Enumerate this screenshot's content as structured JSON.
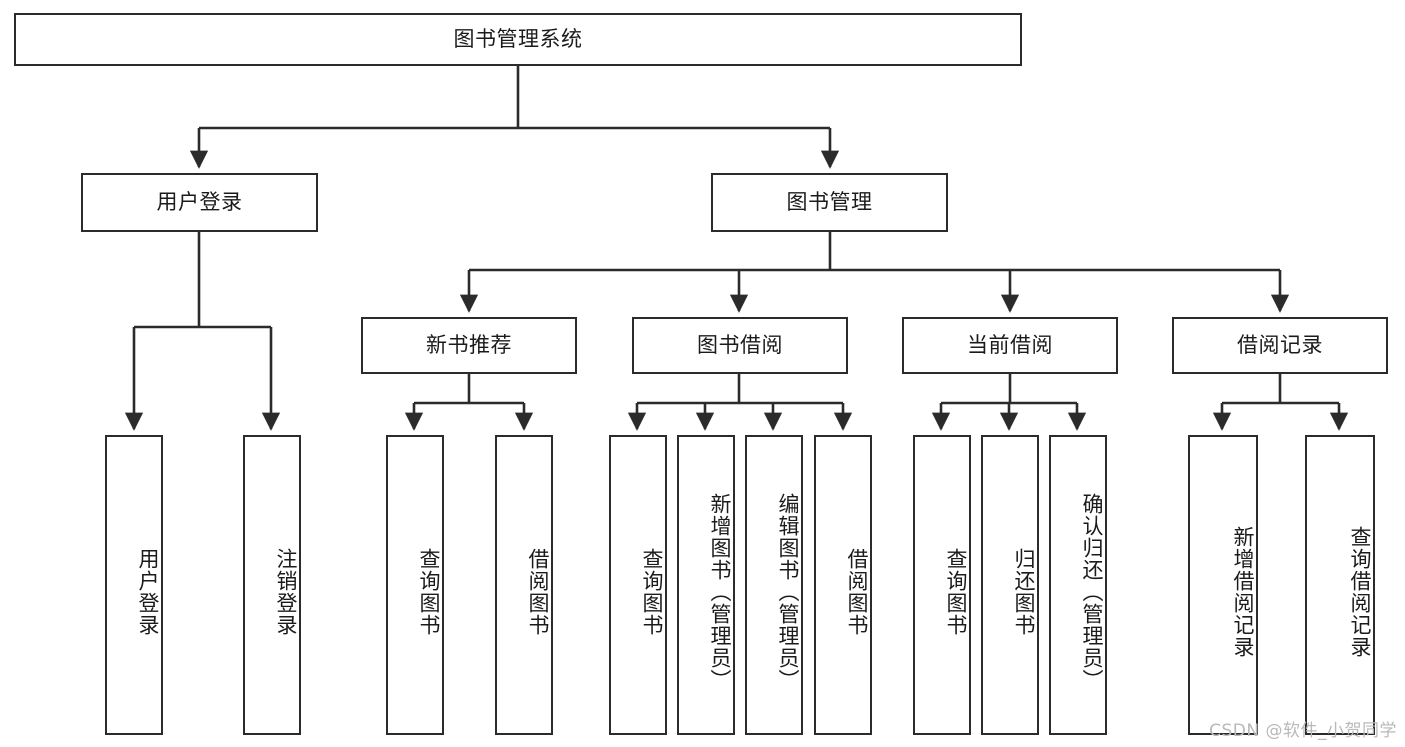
{
  "diagram": {
    "title": "图书管理系统",
    "watermark": "CSDN @软件_小贺同学",
    "line_color": "#2b2b2b",
    "box_fill": "#ffffff",
    "text_color": "#1b1b1b",
    "watermark_color": "#b9b9b9"
  },
  "root": {
    "label": "图书管理系统"
  },
  "level2": [
    {
      "label": "用户登录"
    },
    {
      "label": "图书管理"
    }
  ],
  "level3": [
    {
      "label": "新书推荐"
    },
    {
      "label": "图书借阅"
    },
    {
      "label": "当前借阅"
    },
    {
      "label": "借阅记录"
    }
  ],
  "leaves": {
    "user_login": [
      {
        "label": "用户登录"
      },
      {
        "label": "注销登录"
      }
    ],
    "new_book_recommend": [
      {
        "label": "查询图书"
      },
      {
        "label": "借阅图书"
      }
    ],
    "book_borrow": [
      {
        "label": "查询图书"
      },
      {
        "label": "新增图书（管理员）"
      },
      {
        "label": "编辑图书（管理员）"
      },
      {
        "label": "借阅图书"
      }
    ],
    "current_borrow": [
      {
        "label": "查询图书"
      },
      {
        "label": "归还图书"
      },
      {
        "label": "确认归还（管理员）"
      }
    ],
    "borrow_record": [
      {
        "label": "新增借阅记录"
      },
      {
        "label": "查询借阅记录"
      }
    ]
  }
}
